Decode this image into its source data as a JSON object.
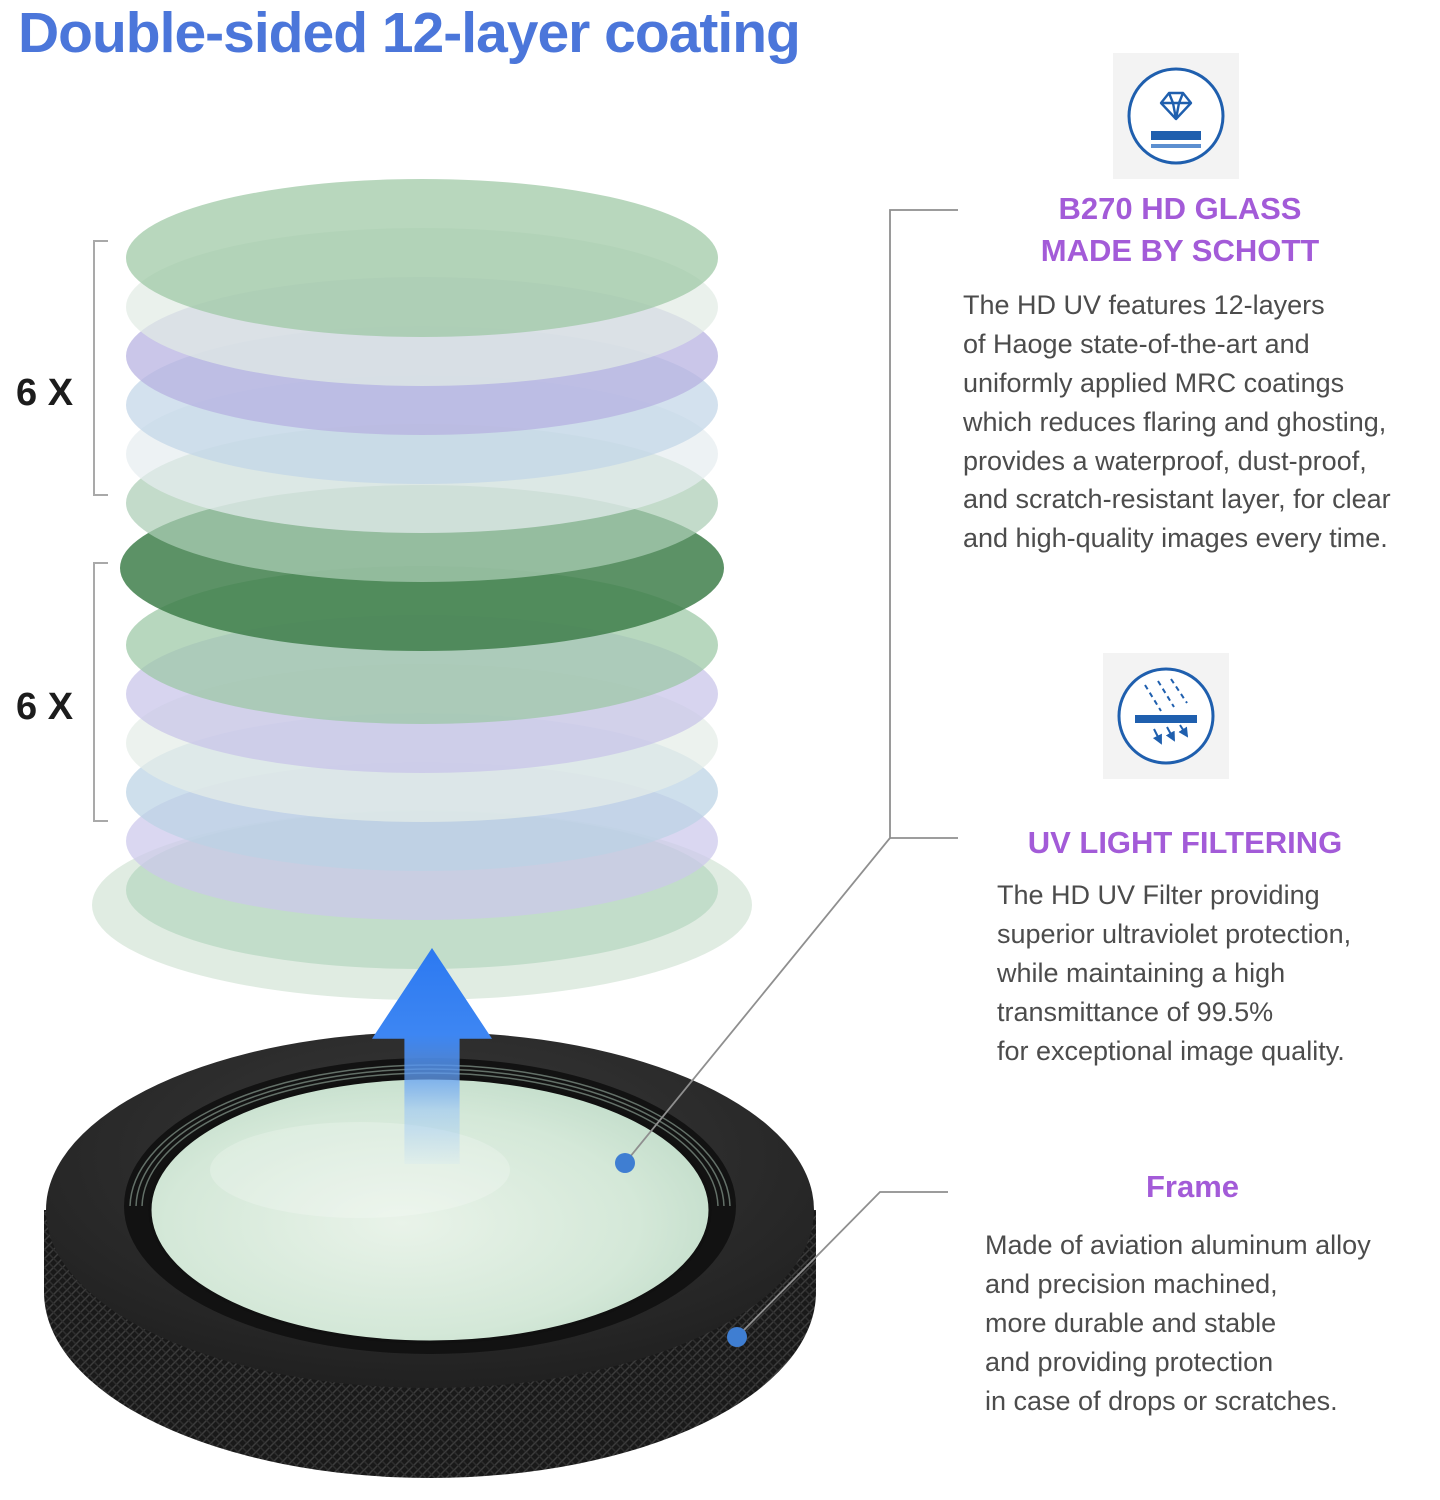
{
  "title": "Double-sided 12-layer coating",
  "stack": {
    "top_label": "6 X",
    "bottom_label": "6 X",
    "top_colors": [
      "#9cc7a4",
      "#e2ebe4",
      "#b5b0e0",
      "#c2d5e8",
      "#e6edf0",
      "#accdb6"
    ],
    "glass_color": "#3f7f4b",
    "bottom_colors": [
      "#9bc8a5",
      "#c8c3e9",
      "#e5ede7",
      "#bbd2e5",
      "#ccc8eb",
      "#b6d7c1"
    ],
    "base_color": "#cfe2d3"
  },
  "sections": {
    "glass": {
      "heading": "B270 HD GLASS\nMADE BY SCHOTT",
      "body": "The HD UV features 12-layers\nof Haoge state-of-the-art and\nuniformly applied MRC coatings\nwhich reduces flaring and ghosting,\nprovides a waterproof, dust-proof,\nand scratch-resistant layer, for clear\nand high-quality images every time."
    },
    "uv": {
      "heading": "UV LIGHT FILTERING",
      "body": "The HD UV Filter providing\nsuperior ultraviolet protection,\nwhile maintaining a high\ntransmittance of 99.5%\nfor exceptional image quality."
    },
    "frame": {
      "heading": "Frame",
      "body": "Made of aviation aluminum alloy\nand precision machined,\nmore durable and stable\nand providing protection\nin case of drops or scratches."
    }
  },
  "icons": {
    "glass_icon": "diamond-over-coated-glass",
    "uv_icon": "uv-rays-blocked-by-filter"
  },
  "colors": {
    "title_blue": "#4b76da",
    "heading_purple": "#a35bd8",
    "body_gray": "#4c4c4c",
    "arrow_blue": "#2c79f1",
    "icon_blue": "#1f5fae",
    "connector_gray": "#8f8f8f",
    "callout_dot_blue": "#3f7ed2",
    "glass_tint": "#d4e8d8",
    "frame_black": "#191919"
  }
}
